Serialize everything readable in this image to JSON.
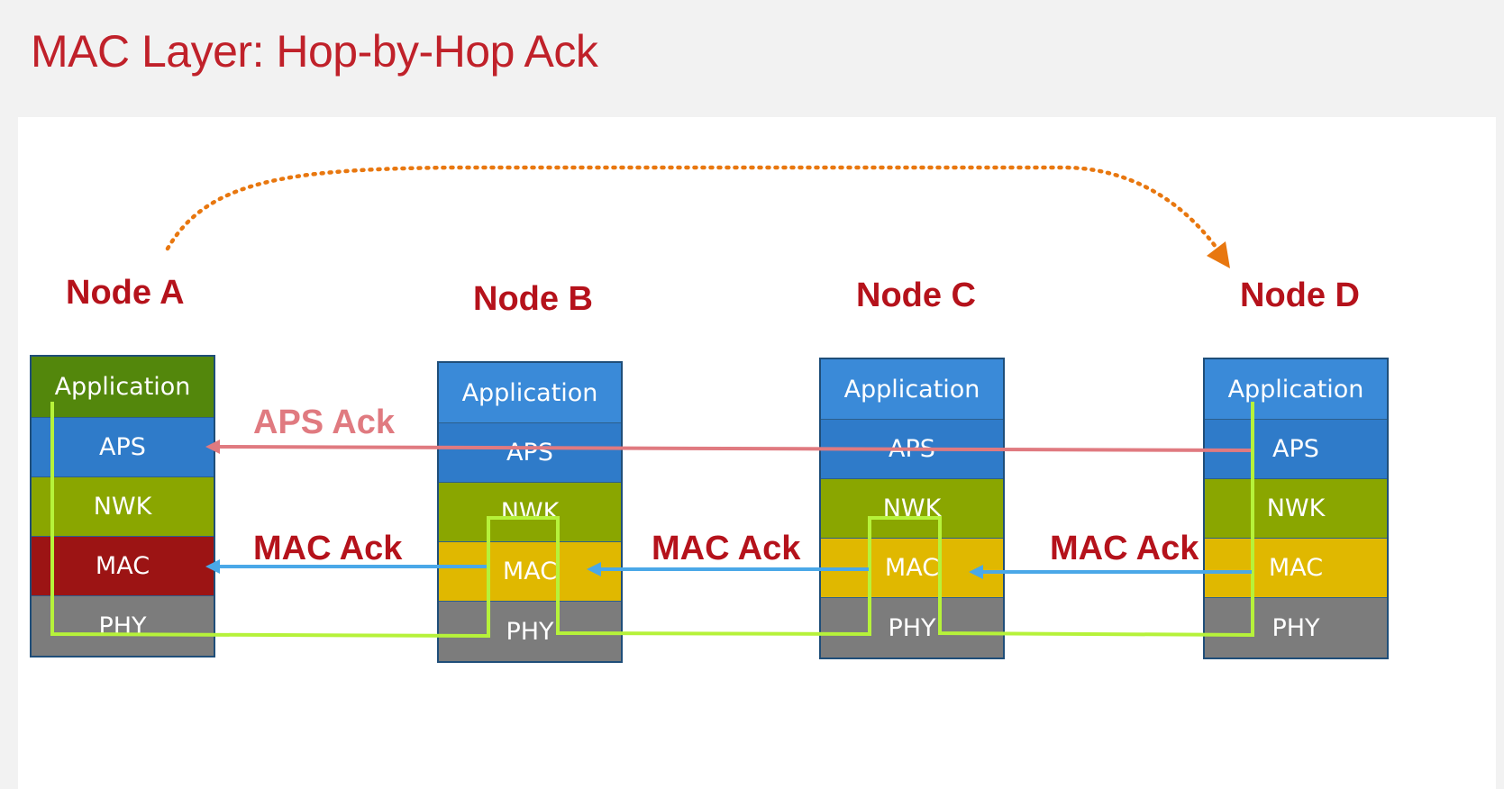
{
  "title": "MAC Layer: Hop-by-Hop Ack",
  "nodes": [
    {
      "label": "Node A",
      "layers": [
        "Application",
        "APS",
        "NWK",
        "MAC",
        "PHY"
      ]
    },
    {
      "label": "Node B",
      "layers": [
        "Application",
        "APS",
        "NWK",
        "MAC",
        "PHY"
      ]
    },
    {
      "label": "Node C",
      "layers": [
        "Application",
        "APS",
        "NWK",
        "MAC",
        "PHY"
      ]
    },
    {
      "label": "Node D",
      "layers": [
        "Application",
        "APS",
        "NWK",
        "MAC",
        "PHY"
      ]
    }
  ],
  "acks": {
    "aps": "APS Ack",
    "mac": "MAC Ack"
  },
  "colors": {
    "title": "#c0212a",
    "node_label": "#b5121b",
    "application": "#3a8ad8",
    "application_source": "#53870c",
    "aps": "#2f7bc9",
    "nwk": "#8aa600",
    "mac": "#e0b800",
    "mac_source": "#9c1414",
    "phy": "#7c7c7c",
    "data_path": "#b6f23a",
    "aps_ack_arrow": "#e07a80",
    "mac_ack_arrow": "#4aa8e8",
    "end_to_end_arrow": "#e8770f"
  }
}
